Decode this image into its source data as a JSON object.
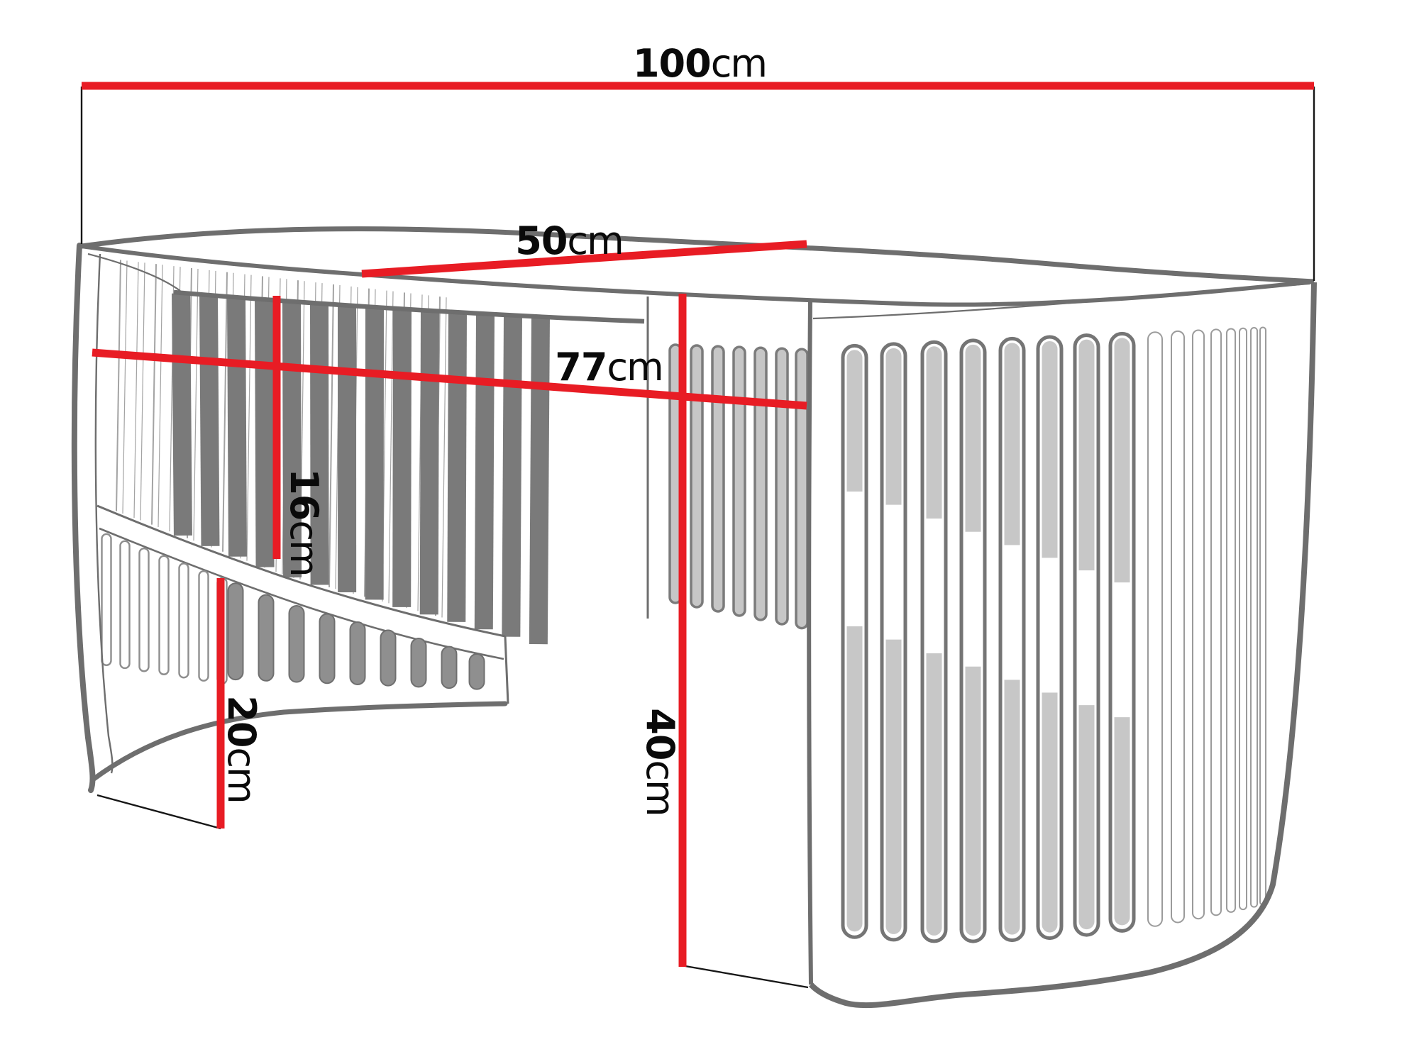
{
  "colors": {
    "dimension_red": "#e81c24",
    "line_gray": "#6e6e6e",
    "text_black": "#0a0a0a",
    "slat_fill": "#c7c7c7"
  },
  "dimensions": {
    "total_width": {
      "value": "100",
      "unit": "cm"
    },
    "top_depth": {
      "value": "50",
      "unit": "cm"
    },
    "inner_width": {
      "value": "77",
      "unit": "cm"
    },
    "top_to_shelf": {
      "value": "16",
      "unit": "cm"
    },
    "under_shelf": {
      "value": "20",
      "unit": "cm"
    },
    "total_height": {
      "value": "40",
      "unit": "cm"
    }
  }
}
